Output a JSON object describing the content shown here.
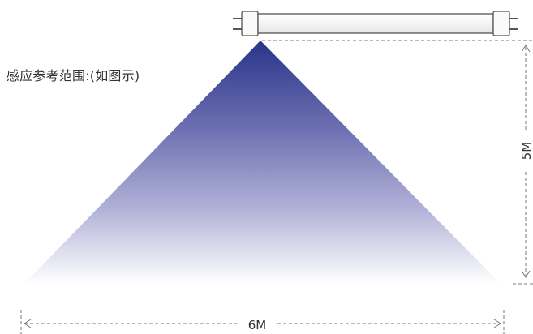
{
  "caption": "感应参考范围:(如图示)",
  "dimensions": {
    "height_label": "5M",
    "width_label": "6M"
  },
  "colors": {
    "cone_top": "#2e3a8c",
    "cone_bottom": "#ffffff",
    "tube_outline": "#555555",
    "dimension_line": "#777777",
    "text": "#333333"
  },
  "icons": {
    "tube": "fluorescent-tube-icon"
  }
}
